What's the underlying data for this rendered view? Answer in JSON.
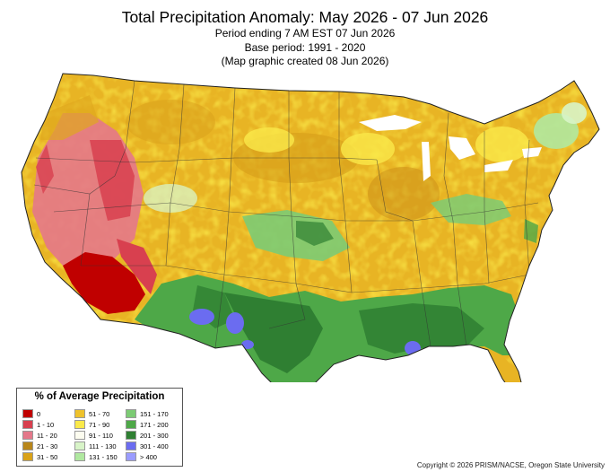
{
  "header": {
    "title": "Total Precipitation Anomaly: May 2026 - 07 Jun 2026",
    "line1": "Period ending 7 AM EST 07 Jun 2026",
    "line2": "Base period: 1991 - 2020",
    "line3": "(Map graphic created 08 Jun 2026)"
  },
  "legend": {
    "title": "% of Average Precipitation",
    "items": [
      {
        "label": "0",
        "color": "#c00000"
      },
      {
        "label": "1 - 10",
        "color": "#d8404f"
      },
      {
        "label": "11 - 20",
        "color": "#e4788a"
      },
      {
        "label": "21 - 30",
        "color": "#b8861b"
      },
      {
        "label": "31 - 50",
        "color": "#d9a21a"
      },
      {
        "label": "51 - 70",
        "color": "#eec22c"
      },
      {
        "label": "71 - 90",
        "color": "#fae94a"
      },
      {
        "label": "91 - 110",
        "color": "#fdfdf0"
      },
      {
        "label": "111 - 130",
        "color": "#d8f4c8"
      },
      {
        "label": "131 - 150",
        "color": "#b0e8a0"
      },
      {
        "label": "151 - 170",
        "color": "#7ccb74"
      },
      {
        "label": "171 - 200",
        "color": "#4ea848"
      },
      {
        "label": "201 - 300",
        "color": "#2f7f32"
      },
      {
        "label": "301 - 400",
        "color": "#6b6cf0"
      },
      {
        "label": "> 400",
        "color": "#9a9cff"
      }
    ]
  },
  "copyright": "Copyright © 2026 PRISM/NACSE, Oregon State University"
}
